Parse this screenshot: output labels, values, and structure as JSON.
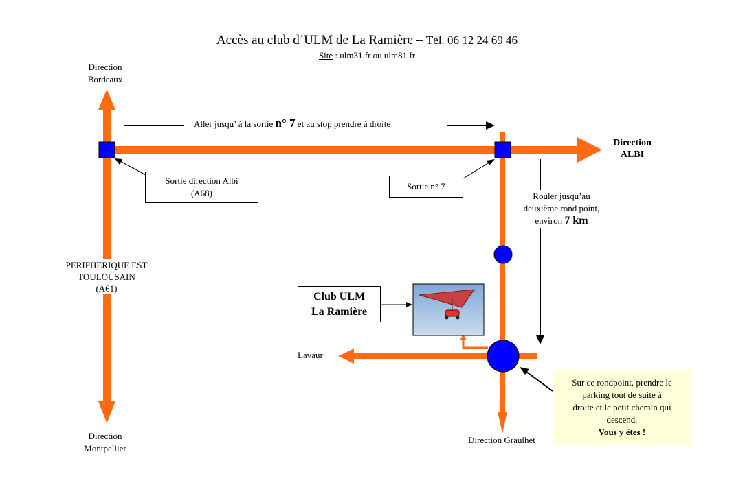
{
  "title": {
    "main": "Accès au club d’ULM de La Ramière",
    "dash": " – ",
    "tel": "Tél. 06 12 24 69 46"
  },
  "subtitle": {
    "site_word": "Site",
    "rest": " : ulm31.fr ou ulm81.fr"
  },
  "labels": {
    "bordeaux_1": "Direction",
    "bordeaux_2": "Bordeaux",
    "albi_1": "Direction",
    "albi_2": "ALBI",
    "montpellier_1": "Direction",
    "montpellier_2": "Montpellier",
    "graulhet": "Direction Graulhet",
    "lavaur": "Lavaur",
    "periph_1": "PERIPHERIQUE EST",
    "periph_2": "TOULOUSAIN",
    "periph_3": "(A61)",
    "aller_a": "Aller jusqu’ à la sortie ",
    "aller_b": "n° 7",
    "aller_c": " et au stop prendre à droite",
    "rouler_1": "Rouler jusqu’au",
    "rouler_2": "deuxième rond point,",
    "rouler_3a": "environ ",
    "rouler_3b": "7 km"
  },
  "boxes": {
    "sortie_albi_1": "Sortie direction Albi",
    "sortie_albi_2": "(A68)",
    "sortie_7": "Sortie n° 7",
    "club_1": "Club ULM",
    "club_2": "La Ramière",
    "rondpoint_1": "Sur ce rondpoint, prendre le",
    "rondpoint_2": "parking tout de suite à",
    "rondpoint_3": "droite et le petit chemin qui",
    "rondpoint_4": "descend.",
    "rondpoint_5": "Vous y êtes !"
  },
  "colors": {
    "road": "#ff6a13",
    "marker": "#0000ff",
    "note_bg": "#ffffd9"
  }
}
